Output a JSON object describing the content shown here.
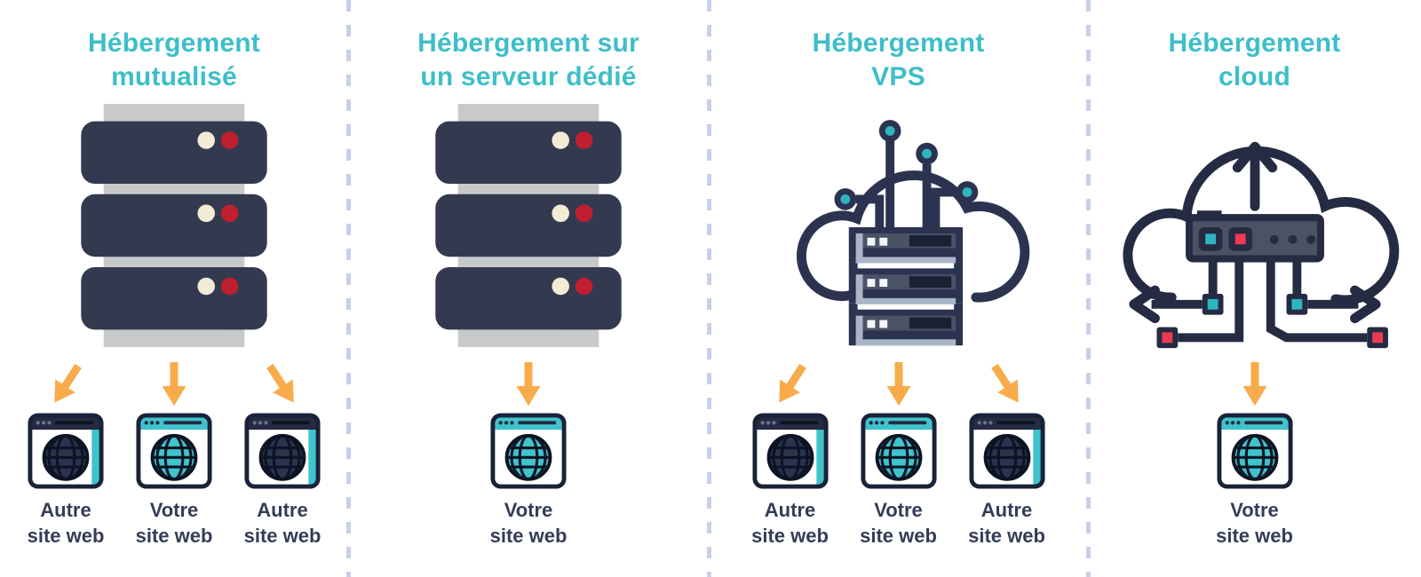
{
  "diagram": {
    "type": "hosting-comparison-infographic",
    "language": "fr",
    "colors": {
      "title_teal": "#3dbec9",
      "navy": "#2b3350",
      "label_navy": "#343c57",
      "arrow_orange": "#f8ab4a",
      "led_red": "#bf1f2e",
      "led_cream": "#f2ebd5",
      "server_gray": "#c8c9cb",
      "separator_blue": "#c7d0ea",
      "globe_teal": "#3fc3cd",
      "accent_red": "#ef3b52"
    },
    "columns": [
      {
        "id": "mutualise",
        "title": "Hébergement mutualisé",
        "title_line1": "Hébergement",
        "title_line2": "mutualisé",
        "icon": "server-stack-icon",
        "sites": [
          {
            "line1": "Autre",
            "line2": "site web",
            "variant": "other"
          },
          {
            "line1": "Votre",
            "line2": "site web",
            "variant": "yours"
          },
          {
            "line1": "Autre",
            "line2": "site web",
            "variant": "other"
          }
        ]
      },
      {
        "id": "dedie",
        "title": "Hébergement sur un serveur dédié",
        "title_line1": "Hébergement sur",
        "title_line2": "un serveur dédié",
        "icon": "server-stack-icon",
        "sites": [
          {
            "line1": "Votre",
            "line2": "site web",
            "variant": "yours"
          }
        ]
      },
      {
        "id": "vps",
        "title": "Hébergement VPS",
        "title_line1": "Hébergement",
        "title_line2": "VPS",
        "icon": "cloud-circuit-server-icon",
        "sites": [
          {
            "line1": "Autre",
            "line2": "site web",
            "variant": "other"
          },
          {
            "line1": "Votre",
            "line2": "site web",
            "variant": "yours"
          },
          {
            "line1": "Autre",
            "line2": "site web",
            "variant": "other"
          }
        ]
      },
      {
        "id": "cloud",
        "title": "Hébergement cloud",
        "title_line1": "Hébergement",
        "title_line2": "cloud",
        "icon": "cloud-upload-network-icon",
        "sites": [
          {
            "line1": "Votre",
            "line2": "site web",
            "variant": "yours"
          }
        ]
      }
    ]
  }
}
